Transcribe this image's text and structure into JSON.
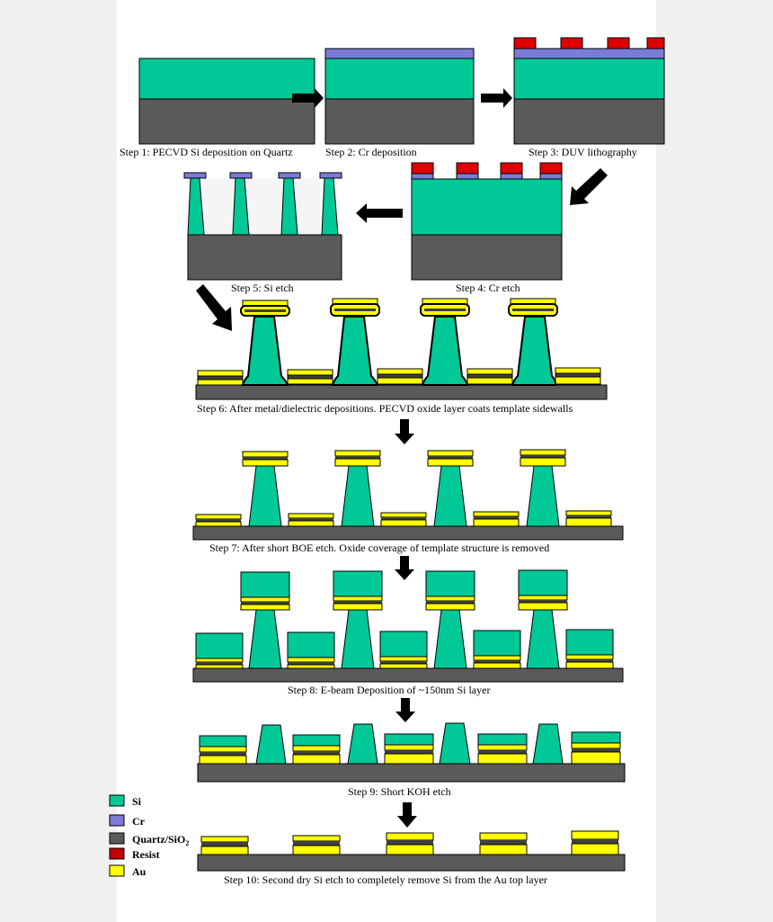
{
  "colors": {
    "si": "#00c896",
    "cr": "#7b7bd8",
    "quartz": "#5a5a5a",
    "resist": "#e00000",
    "au": "#ffff00",
    "dark": "#404040"
  },
  "steps": [
    {
      "label": "Step 1: PECVD Si deposition on Quartz"
    },
    {
      "label": "Step 2: Cr deposition"
    },
    {
      "label": "Step 3: DUV lithography"
    },
    {
      "label": "Step 4: Cr etch"
    },
    {
      "label": "Step 5: Si etch"
    },
    {
      "label": "Step 6: After metal/dielectric depositions. PECVD oxide layer coats template sidewalls"
    },
    {
      "label": "Step 7: After short BOE etch. Oxide coverage of template structure is removed"
    },
    {
      "label": "Step 8: E-beam Deposition of ~150nm Si layer"
    },
    {
      "label": "Step 9: Short KOH etch"
    },
    {
      "label": "Step 10:  Second dry Si etch to completely remove Si from the Au top layer"
    }
  ],
  "legend": [
    {
      "label": "Si",
      "color": "#00c896"
    },
    {
      "label": "Cr",
      "color": "#7b7bd8"
    },
    {
      "label": "Quartz/SiO",
      "sub": "2",
      "color": "#5a5a5a"
    },
    {
      "label": "Resist",
      "color": "#c00000"
    },
    {
      "label": "Au",
      "color": "#ffff00"
    }
  ]
}
